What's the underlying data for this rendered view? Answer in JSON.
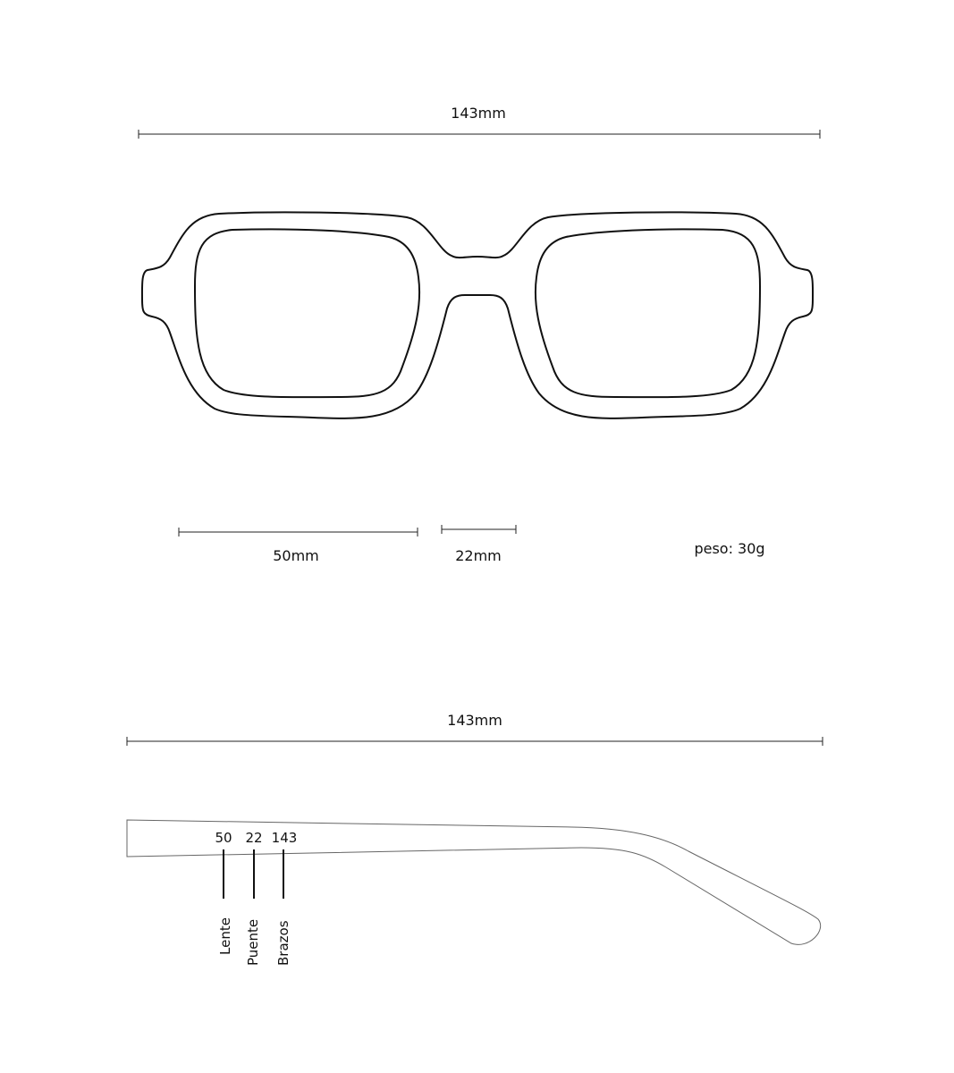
{
  "front": {
    "total_width": "143mm",
    "lens_width": "50mm",
    "bridge_width": "22mm",
    "weight": "peso: 30g"
  },
  "side": {
    "total_length": "143mm",
    "legend": [
      {
        "value": "50",
        "label": "Lente"
      },
      {
        "value": "22",
        "label": "Puente"
      },
      {
        "value": "143",
        "label": "Brazos"
      }
    ]
  },
  "colors": {
    "line": "#111111",
    "temple_line": "#666666"
  }
}
